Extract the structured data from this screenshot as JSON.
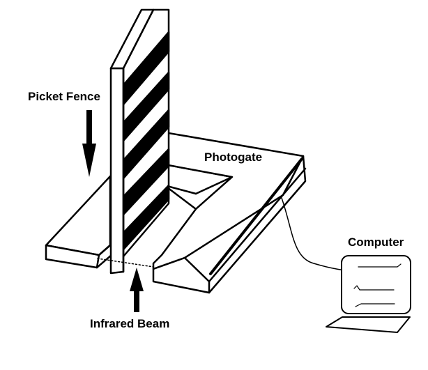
{
  "labels": {
    "picket_fence": "Picket Fence",
    "photogate": "Photogate",
    "computer": "Computer",
    "infrared_beam": "Infrared Beam"
  },
  "colors": {
    "ink": "#000000",
    "paper": "#ffffff"
  }
}
